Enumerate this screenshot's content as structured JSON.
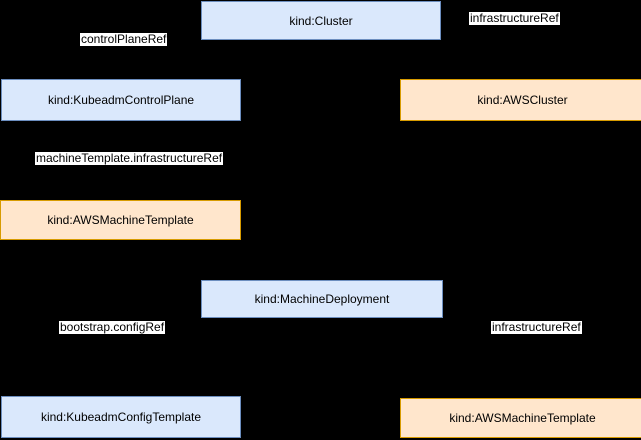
{
  "colors": {
    "canvas_bg": "#000000",
    "blue_fill": "#dae8fc",
    "blue_border": "#6c8ebf",
    "orange_fill": "#ffe6cc",
    "orange_border": "#d79b00",
    "edge_label_bg": "#ffffff",
    "text": "#000000"
  },
  "nodes": [
    {
      "label": "kind:Cluster",
      "variant": "blue"
    },
    {
      "label": "kind:KubeadmControlPlane",
      "variant": "blue"
    },
    {
      "label": "kind:AWSCluster",
      "variant": "orange"
    },
    {
      "label": "kind:AWSMachineTemplate",
      "variant": "orange"
    },
    {
      "label": "kind:MachineDeployment",
      "variant": "blue"
    },
    {
      "label": "kind:KubeadmConfigTemplate",
      "variant": "blue"
    },
    {
      "label": "kind:AWSMachineTemplate",
      "variant": "orange"
    }
  ],
  "edge_labels": [
    {
      "label": "controlPlaneRef"
    },
    {
      "label": "infrastructureRef"
    },
    {
      "label": "machineTemplate.infrastructureRef"
    },
    {
      "label": "bootstrap.configRef"
    },
    {
      "label": "infrastructureRef"
    }
  ]
}
